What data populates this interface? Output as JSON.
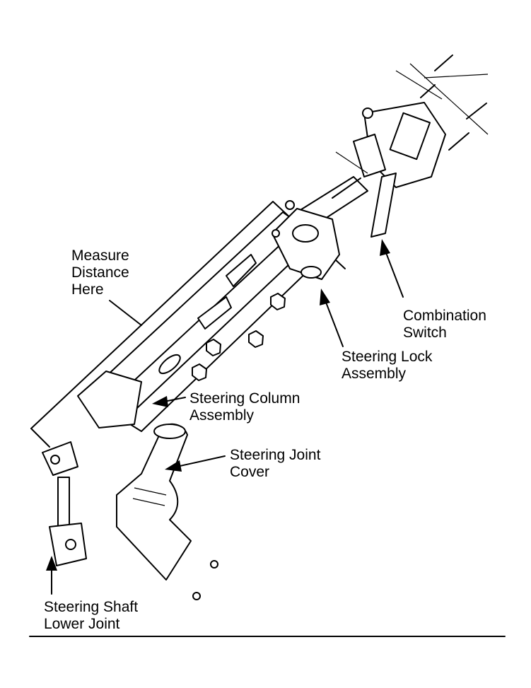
{
  "labels": {
    "measure": [
      "Measure",
      "Distance",
      "Here"
    ],
    "combination_switch": [
      "Combination",
      "Switch"
    ],
    "steering_lock": [
      "Steering Lock",
      "Assembly"
    ],
    "steering_column": [
      "Steering Column",
      "Assembly"
    ],
    "steering_joint_cover": [
      "Steering Joint",
      "Cover"
    ],
    "steering_shaft_lower_joint": [
      "Steering Shaft",
      "Lower Joint"
    ]
  },
  "colors": {
    "ink": "#000000",
    "paper": "#ffffff"
  }
}
